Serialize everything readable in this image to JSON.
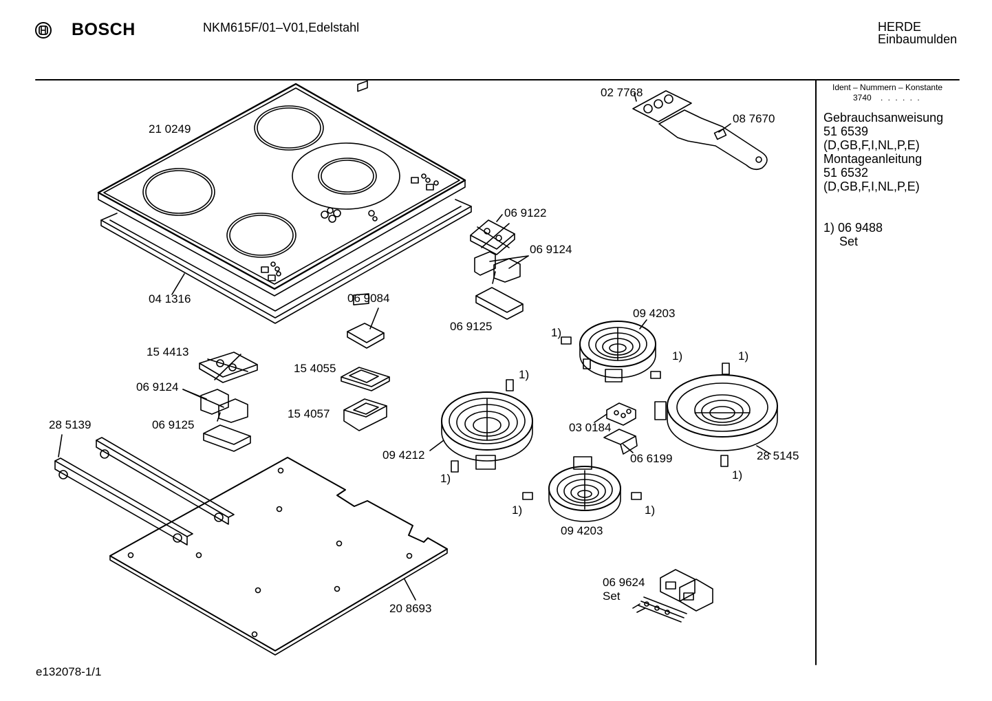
{
  "header": {
    "brand": "BOSCH",
    "model": "NKM615F/01–V01,Edelstahl",
    "category_line1": "HERDE",
    "category_line2": "Einbaumulden"
  },
  "sidebar": {
    "ident_label": "Ident – Nummern – Konstante",
    "ident_value": "3740",
    "ident_dots": ". . . . . .",
    "lines": [
      "Gebrauchsanweisung",
      "51 6539",
      "(D,GB,F,I,NL,P,E)",
      "Montageanleitung",
      "51 6532",
      "(D,GB,F,I,NL,P,E)"
    ],
    "note_marker": "1) 06 9488",
    "note_set": "Set"
  },
  "footer": {
    "code": "e132078-1/1"
  },
  "icons": {
    "logo": "bosch-logo-icon"
  },
  "parts": {
    "p210249": "21 0249",
    "p041316": "04 1316",
    "p027768": "02 7768",
    "p087670": "08 7670",
    "p069122": "06 9122",
    "p069124a": "06 9124",
    "p069125a": "06 9125",
    "p069084": "06 9084",
    "p154413": "15 4413",
    "p154055": "15 4055",
    "p069124b": "06 9124",
    "p154057": "15 4057",
    "p069125b": "06 9125",
    "p285139": "28 5139",
    "p094203a": "09 4203",
    "p094212": "09 4212",
    "p030184": "03 0184",
    "p066199": "06 6199",
    "p285145": "28 5145",
    "p094203b": "09 4203",
    "p208693": "20 8693",
    "p069624": "06 9624",
    "p069624set": "Set",
    "m1a": "1)",
    "m1b": "1)",
    "m1c": "1)",
    "m1d": "1)",
    "m1e": "1)",
    "m1f": "1)",
    "m1g": "1)",
    "m1h": "1)"
  }
}
